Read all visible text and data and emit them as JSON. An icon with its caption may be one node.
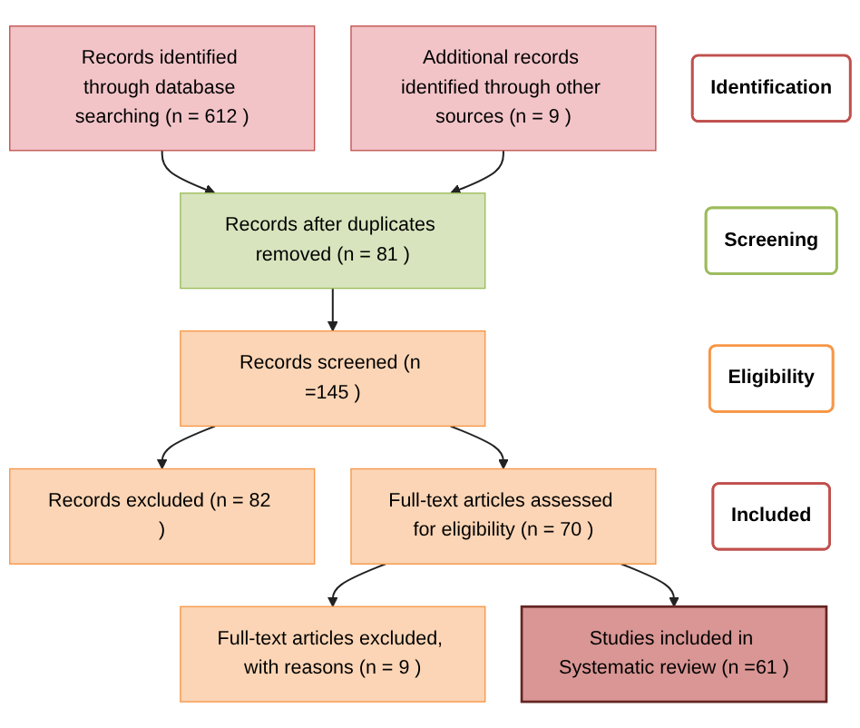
{
  "diagram": {
    "nodes": [
      {
        "text": [
          "Identification"
        ]
      },
      {
        "text": [
          "Records identified through database searching (n = 612 )"
        ]
      },
      {
        "text": [
          "Additional records identified through other sources (n = 9 )"
        ]
      },
      {
        "text": [
          "Records after duplicates removed (n = 81 )"
        ]
      },
      {
        "text": [
          "Screening"
        ]
      },
      {
        "text": [
          "Records screened (n =145 )"
        ]
      },
      {
        "text": [
          "Records excluded (n = 82 )"
        ]
      },
      {
        "text": [
          "Eligibility"
        ]
      },
      {
        "text": [
          "Full-text articles assessed for eligibility (n = 70 )"
        ]
      },
      {
        "text": [
          "Full-text articles excluded, with reasons (n = 9 )"
        ]
      },
      {
        "text": [
          "Included"
        ]
      },
      {
        "text": [
          "Studies included in Systematic review (n =61 )"
        ]
      }
    ],
    "edges": [
      {
        "from": 1,
        "to": 3,
        "arrow": "to"
      },
      {
        "from": 2,
        "to": 3,
        "arrow": "to"
      },
      {
        "from": 3,
        "to": 5,
        "arrow": "to"
      },
      {
        "from": 5,
        "to": 6,
        "arrow": "to"
      },
      {
        "from": 5,
        "to": 8,
        "arrow": "to"
      },
      {
        "from": 8,
        "to": 9,
        "arrow": "to"
      },
      {
        "from": 8,
        "to": 11,
        "arrow": "to"
      }
    ]
  }
}
